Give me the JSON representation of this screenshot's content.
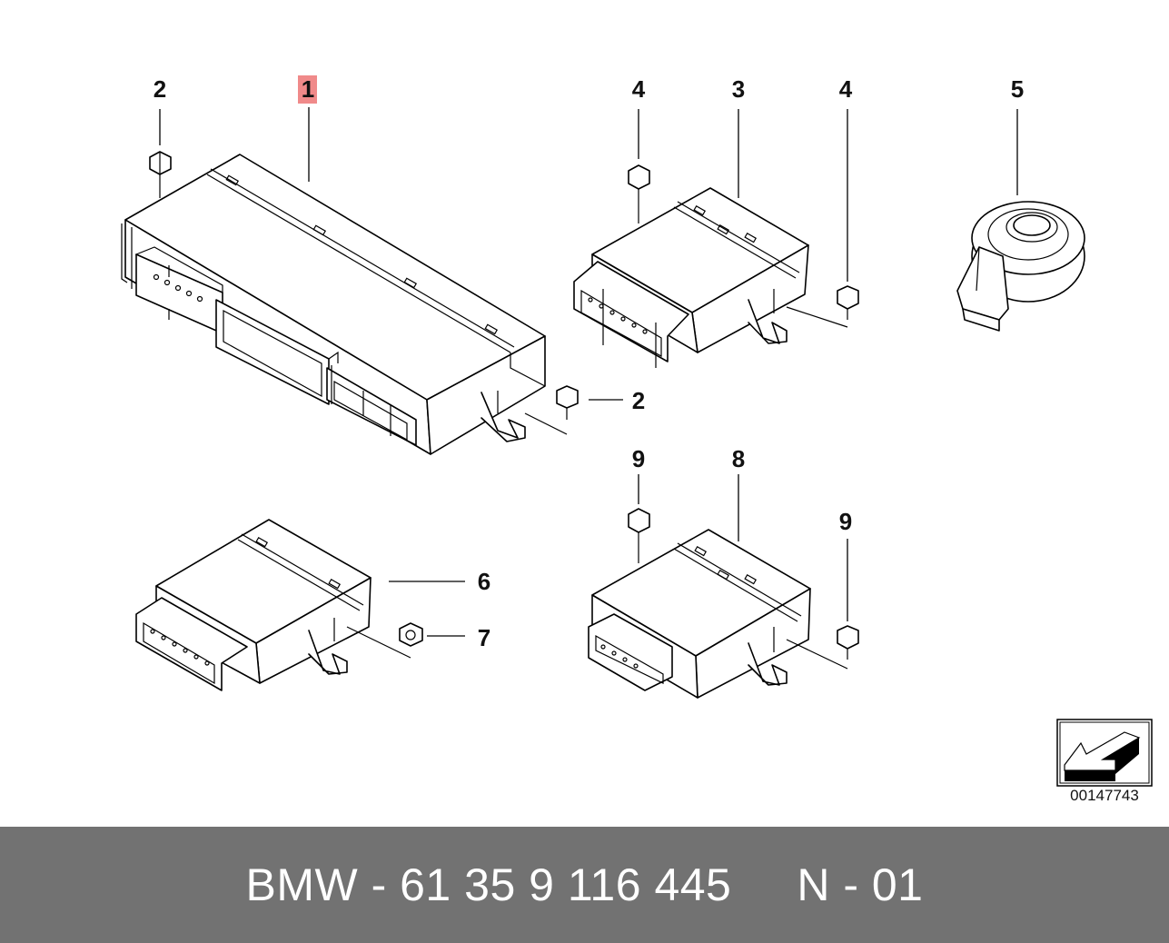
{
  "callouts": {
    "c1": "1",
    "c2a": "2",
    "c2b": "2",
    "c3": "3",
    "c4a": "4",
    "c4b": "4",
    "c5": "5",
    "c6": "6",
    "c7": "7",
    "c8": "8",
    "c9a": "9",
    "c9b": "9"
  },
  "highlight_color": "#f08a8a",
  "ref_number": "00147743",
  "footer": {
    "text": "BMW - 61 35 9 116 445     N - 01"
  },
  "icons": {
    "direction_arrow": "arrow-icon"
  }
}
